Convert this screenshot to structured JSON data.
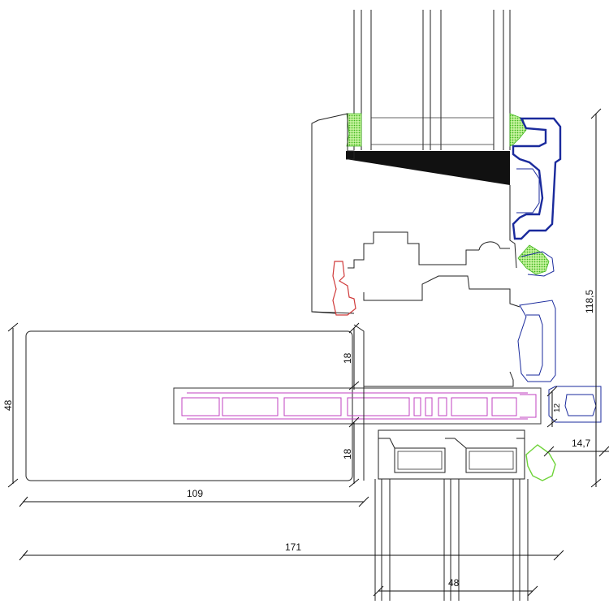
{
  "dimensions": {
    "d171": "171",
    "d109": "109",
    "d48_left": "48",
    "d18_top": "18",
    "d18_bottom": "18",
    "d118_5": "118,5",
    "d14_7": "14,7",
    "d12": "12",
    "d48_bottom": "48"
  },
  "colors": {
    "outline": "#222222",
    "gasket_green": "#7ddc2e",
    "blue_profile": "#1a2a9c",
    "magenta_insulation": "#c040c0",
    "red_gasket": "#d03a3a",
    "glazing_bead_black": "#111111"
  }
}
